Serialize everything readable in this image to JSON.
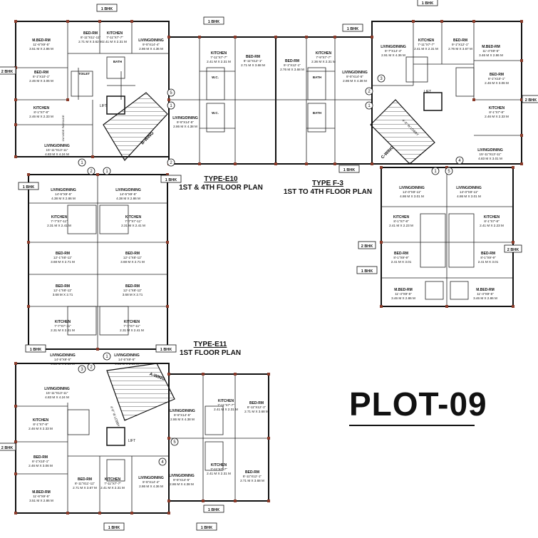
{
  "title": "PLOT-09",
  "types": [
    {
      "name": "TYPE-E10",
      "floors": "1ST & 4TH FLOOR PLAN"
    },
    {
      "name": "TYPE F-3",
      "floors": "1ST TO 4TH FLOOR PLAN"
    },
    {
      "name": "TYPE-E11",
      "floors": "1ST FLOOR PLAN"
    }
  ],
  "wings": [
    "B-WING",
    "C-WING",
    "A-WING"
  ],
  "labels": {
    "one_bhk": "1 BHK",
    "two_bhk": "2 BHK",
    "lobby": "4'-0\" W LOBBY",
    "lift": "LIFT",
    "passage": "1M WIDE PASSAGE"
  },
  "rooms": [
    {
      "name": "BED-RM",
      "dim": "8'-11\"X11'-11\"",
      "metric": "2.71 M X 3.62 M"
    },
    {
      "name": "KITCHEN",
      "dim": "7'-11\"X7'-7\"",
      "metric": "2.41 M X 2.31 M"
    },
    {
      "name": "LIVING/DINING",
      "dim": "9'-5\"X14'-4\"",
      "metric": "2.86 M X 4.36 M"
    },
    {
      "name": "M.BED-RM",
      "dim": "11'-6\"X9'-5\"",
      "metric": "3.51 M X 2.86 M"
    },
    {
      "name": "BED-RM",
      "dim": "8'-1\"X10'-1\"",
      "metric": "2.46 M X 3.06 M"
    },
    {
      "name": "KITCHEN",
      "dim": "8'-1\"X7'-8\"",
      "metric": "2.46 M X 2.33 M"
    },
    {
      "name": "LIVING/DINING",
      "dim": "15'-11\"X13'-11\"",
      "metric": "4.83 M X 4.24 M"
    },
    {
      "name": "LIVING/DINING",
      "dim": "9'-5\"X14'-5\"",
      "metric": "2.86 M X 4.38 M"
    },
    {
      "name": "KITCHEN",
      "dim": "7'-11\"X7'-7\"",
      "metric": "2.41 M X 2.31 M"
    },
    {
      "name": "BED-RM",
      "dim": "8'-11\"X12'-1\"",
      "metric": "2.71 M X 3.68 M"
    },
    {
      "name": "BED-RM",
      "dim": "9'-1\"X12'-1\"",
      "metric": "2.76 M X 3.68 M"
    },
    {
      "name": "KITCHEN",
      "dim": "7'-9\"X7'-7\"",
      "metric": "2.36 M X 2.31 M"
    },
    {
      "name": "LIVING/DINING",
      "dim": "9'-5\"X14'-5\"",
      "metric": "2.86 M X 4.38 M"
    },
    {
      "name": "LIVING/DINING",
      "dim": "9'-7\"X14'-4\"",
      "metric": "2.91 M X 4.36 M"
    },
    {
      "name": "KITCHEN",
      "dim": "7'-11\"X7'-7\"",
      "metric": "2.41 M X 2.31 M"
    },
    {
      "name": "BED-RM",
      "dim": "9'-1\"X12'-1\"",
      "metric": "2.76 M X 3.67 M"
    },
    {
      "name": "M.BED-RM",
      "dim": "11'-4\"X9'-5\"",
      "metric": "3.46 M X 2.86 M"
    },
    {
      "name": "BED-RM",
      "dim": "8'-1\"X10'-1\"",
      "metric": "2.46 M X 3.06 M"
    },
    {
      "name": "KITCHEN",
      "dim": "8'-1\"X7'-8\"",
      "metric": "2.46 M X 2.33 M"
    },
    {
      "name": "LIVING/DINING",
      "dim": "15'-11\"X13'-11\"",
      "metric": "4.83 M X 3.01 M"
    },
    {
      "name": "LIVING/DINING",
      "dim": "14'-5\"X9'-5\"",
      "metric": "4.38 M X 2.86 M"
    },
    {
      "name": "LIVING/DINING",
      "dim": "14'-5\"X9'-5\"",
      "metric": "4.38 M X 2.86 M"
    },
    {
      "name": "KITCHEN",
      "dim": "7'-7\"X7'-11\"",
      "metric": "2.31 M X 2.41 M"
    },
    {
      "name": "KITCHEN",
      "dim": "7'-7\"X7'-11\"",
      "metric": "2.31 M X 2.41 M"
    },
    {
      "name": "BED-RM",
      "dim": "12'-1\"X8'-11\"",
      "metric": "3.68 M X 2.71 M"
    },
    {
      "name": "BED-RM",
      "dim": "12'-1\"X8'-11\"",
      "metric": "3.68 M X 2.71 M"
    },
    {
      "name": "BED-RM",
      "dim": "12'-1\"X8'-11\"",
      "metric": "3.68 M X 2.71"
    },
    {
      "name": "BED-RM",
      "dim": "12'-1\"X8'-11\"",
      "metric": "3.68 M X 2.71"
    },
    {
      "name": "KITCHEN",
      "dim": "7'-7\"X7'-11\"",
      "metric": "2.31 M X 2.41 M"
    },
    {
      "name": "KITCHEN",
      "dim": "7'-7\"X7'-11\"",
      "metric": "2.31 M X 2.41 M"
    },
    {
      "name": "LIVING/DINING",
      "dim": "14'-5\"X9'-5\"",
      "metric": "4.38 M X 2.86 M"
    },
    {
      "name": "LIVING/DINING",
      "dim": "14'-5\"X9'-5\"",
      "metric": "4.38 M X 2.86 M"
    },
    {
      "name": "LIVING/DINING",
      "dim": "14'-0\"X9'-11\"",
      "metric": "4.86 M X 3.01 M"
    },
    {
      "name": "LIVING/DINING",
      "dim": "14'-0\"X9'-11\"",
      "metric": "4.86 M X 3.01 M"
    },
    {
      "name": "KITCHEN",
      "dim": "8'-1\"X7'-8\"",
      "metric": "2.41 M X 2.23 M"
    },
    {
      "name": "KITCHEN",
      "dim": "8'-1\"X7'-8\"",
      "metric": "2.41 M X 2.23 M"
    },
    {
      "name": "BED-RM",
      "dim": "8'-1\"X9'-9\"",
      "metric": "2.41 M X 3.01"
    },
    {
      "name": "BED-RM",
      "dim": "8'-1\"X9'-9\"",
      "metric": "2.41 M X 3.01"
    },
    {
      "name": "M.BED-RM",
      "dim": "11'-4\"X9'-5\"",
      "metric": "3.46 M X 2.86 M"
    },
    {
      "name": "M.BED-RM",
      "dim": "11'-4\"X9'-5\"",
      "metric": "3.46 M X 2.86 M"
    },
    {
      "name": "LIVING/DINING",
      "dim": "15'-11\"X13'-11\"",
      "metric": "4.83 M X 4.24 M"
    },
    {
      "name": "KITCHEN",
      "dim": "8'-1\"X7'-8\"",
      "metric": "2.46 M X 2.33 M"
    },
    {
      "name": "BED-RM",
      "dim": "8'-1\"X10'-1\"",
      "metric": "2.46 M X 3.06 M"
    },
    {
      "name": "M.BED-RM",
      "dim": "11'-6\"X9'-5\"",
      "metric": "3.51 M X 2.86 M"
    },
    {
      "name": "BED-RM",
      "dim": "8'-11\"X11'-11\"",
      "metric": "2.71 M X 3.67 M"
    },
    {
      "name": "KITCHEN",
      "dim": "7'-11\"X7'-7\"",
      "metric": "2.41 M X 2.31 M"
    },
    {
      "name": "LIVING/DINING",
      "dim": "9'-5\"X14'-4\"",
      "metric": "2.86 M X 4.36 M"
    },
    {
      "name": "LIVING/DINING",
      "dim": "9'-5\"X14'-5\"",
      "metric": "2.86 M X 4.38 M"
    },
    {
      "name": "KITCHEN",
      "dim": "7'-11\"X7'-7\"",
      "metric": "2.41 M X 2.31 M"
    },
    {
      "name": "BED-RM",
      "dim": "8'-11\"X12'-1\"",
      "metric": "2.71 M X 3.68 M"
    },
    {
      "name": "LIVING/DINING",
      "dim": "9'-5\"X14'-5\"",
      "metric": "2.86 M X 4.38 M"
    },
    {
      "name": "KITCHEN",
      "dim": "7'-11\"X7'-7\"",
      "metric": "2.41 M X 2.31 M"
    },
    {
      "name": "BED-RM",
      "dim": "8'-11\"X12'-1\"",
      "metric": "2.71 M X 3.68 M"
    }
  ],
  "small_rooms": [
    "TOILET",
    "BATH",
    "W.C.",
    "BATH",
    "W.C.",
    "BATH"
  ],
  "markers": [
    "1",
    "2",
    "3",
    "4",
    "5"
  ]
}
